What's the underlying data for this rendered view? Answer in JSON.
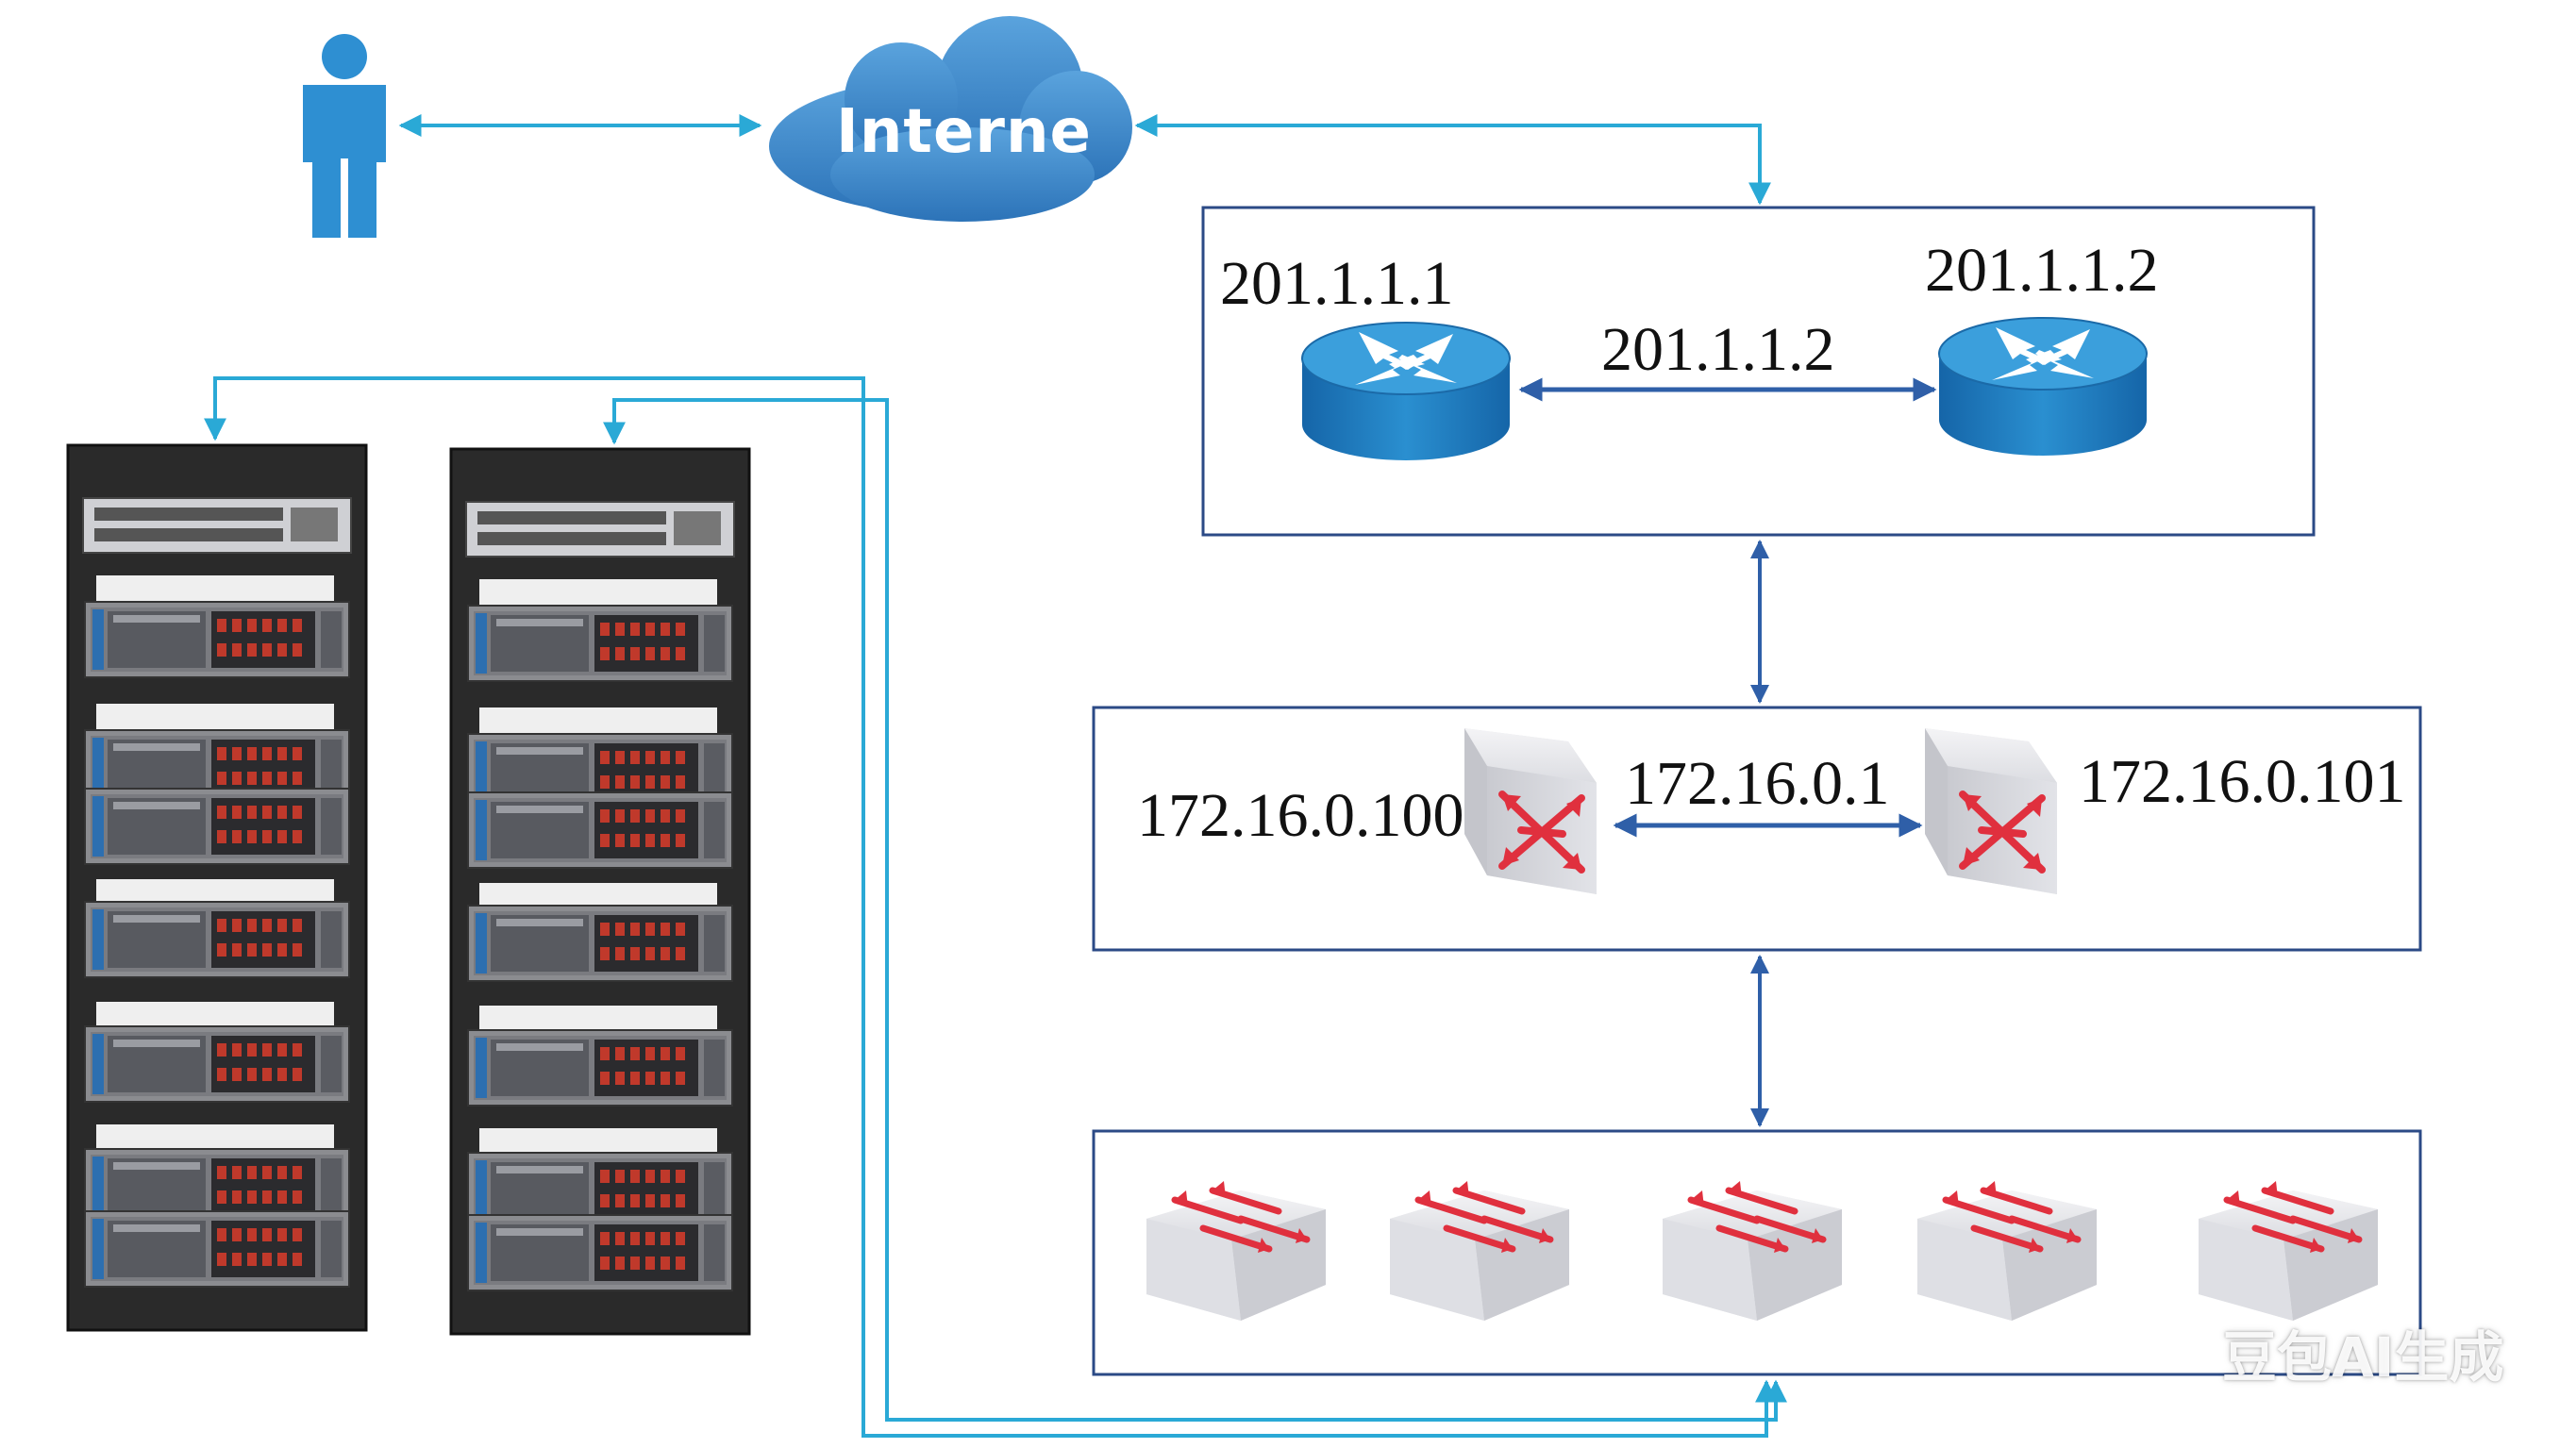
{
  "cloud": {
    "label": "Interne"
  },
  "routers": {
    "left_ip": "201.1.1.1",
    "right_ip": "201.1.1.2",
    "link_ip": "201.1.1.2"
  },
  "core_switches": {
    "left_ip": "172.16.0.100",
    "right_ip": "172.16.0.101",
    "link_ip": "172.16.0.1"
  },
  "watermark": "豆包AI生成",
  "colors": {
    "link_cyan": "#2aa9d6",
    "link_blue": "#2f5fa8",
    "box_border": "#2b4a86",
    "router_blue": "#1e7fc0",
    "switch_arrow_red": "#e0303e",
    "rack_dark": "#2a2a2a"
  }
}
